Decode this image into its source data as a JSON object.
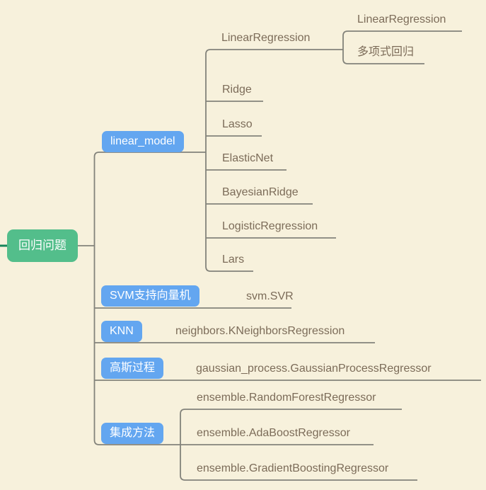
{
  "colors": {
    "background": "#F7F1DC",
    "root_fill": "#53BE8B",
    "root_text": "#FFFFFF",
    "branch_fill": "#63A6F0",
    "branch_text": "#FFFFFF",
    "label_text": "#7C6C59",
    "line": "#83837B",
    "root_line": "#17865A"
  },
  "tree": {
    "root": {
      "label": "回归问题"
    },
    "branches": [
      {
        "label": "linear_model",
        "children": [
          {
            "label": "LinearRegression",
            "children": [
              {
                "label": "LinearRegression"
              },
              {
                "label": "多项式回归"
              }
            ]
          },
          {
            "label": "Ridge"
          },
          {
            "label": "Lasso"
          },
          {
            "label": "ElasticNet"
          },
          {
            "label": "BayesianRidge"
          },
          {
            "label": "LogisticRegression"
          },
          {
            "label": "Lars"
          }
        ]
      },
      {
        "label": "SVM支持向量机",
        "children": [
          {
            "label": "svm.SVR"
          }
        ]
      },
      {
        "label": "KNN",
        "children": [
          {
            "label": "neighbors.KNeighborsRegression"
          }
        ]
      },
      {
        "label": "高斯过程",
        "children": [
          {
            "label": "gaussian_process.GaussianProcessRegressor"
          }
        ]
      },
      {
        "label": "集成方法",
        "children": [
          {
            "label": "ensemble.RandomForestRegressor"
          },
          {
            "label": "ensemble.AdaBoostRegressor"
          },
          {
            "label": "ensemble.GradientBoostingRegressor"
          }
        ]
      }
    ]
  }
}
